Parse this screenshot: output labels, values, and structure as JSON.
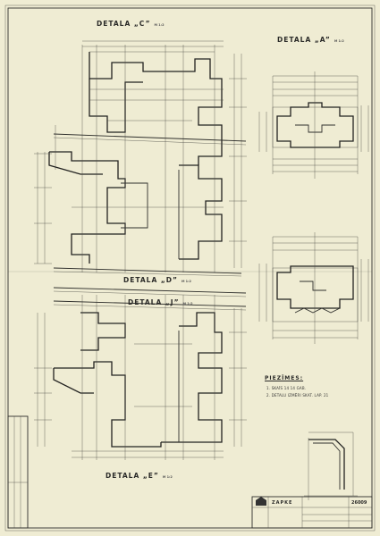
{
  "sheet": {
    "details": {
      "c": {
        "title": "DETALA „C”",
        "scale": "M 1:2"
      },
      "a": {
        "title": "DETALA „A”",
        "scale": "M 1:2"
      },
      "d": {
        "title": "DETALA „D”",
        "scale": "M 1:2"
      },
      "j": {
        "title": "DETALA „J”",
        "scale": "M 1:2"
      },
      "e": {
        "title": "DETALA „E”",
        "scale": "M 1:2"
      }
    },
    "notes": {
      "title": "PIEZĪMES:",
      "items": [
        "1. SKAĪS 14 14 GAB.",
        "2. DETALU IZMĒRI SKAT. LAP. 21"
      ]
    },
    "title_block": {
      "org": "ZAPKE",
      "num": "26009"
    }
  }
}
